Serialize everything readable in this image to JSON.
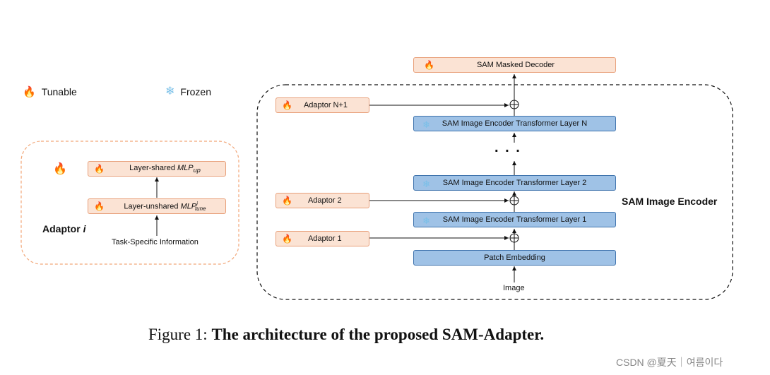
{
  "legend": {
    "tunable_label": "Tunable",
    "frozen_label": "Frozen",
    "tunable_icon": "fire-icon",
    "frozen_icon": "snowflake-icon"
  },
  "adaptor_panel": {
    "title": "Adaptor",
    "title_var": "i",
    "layer_shared": {
      "text": "Layer-shared ",
      "var": "MLP",
      "sub": "up"
    },
    "layer_unshared": {
      "text": "Layer-unshared ",
      "var": "MLP",
      "sup": "i",
      "sub": "tune"
    },
    "input_label": "Task-Specific Information"
  },
  "encoder": {
    "title": "SAM Image Encoder",
    "decoder_label": "SAM Masked Decoder",
    "layer_n_label": "SAM Image Encoder Transformer Layer N",
    "layer_2_label": "SAM Image Encoder Transformer Layer 2",
    "layer_1_label": "SAM Image Encoder Transformer Layer 1",
    "patch_label": "Patch Embedding",
    "image_label": "Image",
    "ellipsis": ".   .   .",
    "adaptor_n1": "Adaptor N+1",
    "adaptor_2": "Adaptor 2",
    "adaptor_1": "Adaptor 1"
  },
  "caption": {
    "prefix": "Figure 1: ",
    "bold": "The architecture of the proposed SAM-Adapter."
  },
  "watermark": "CSDN @夏天｜여름이다",
  "colors": {
    "tunable_fill": "#fbe3d4",
    "tunable_border": "#e8a07a",
    "frozen_fill": "#9fc2e6",
    "frozen_border": "#3f73ad"
  }
}
